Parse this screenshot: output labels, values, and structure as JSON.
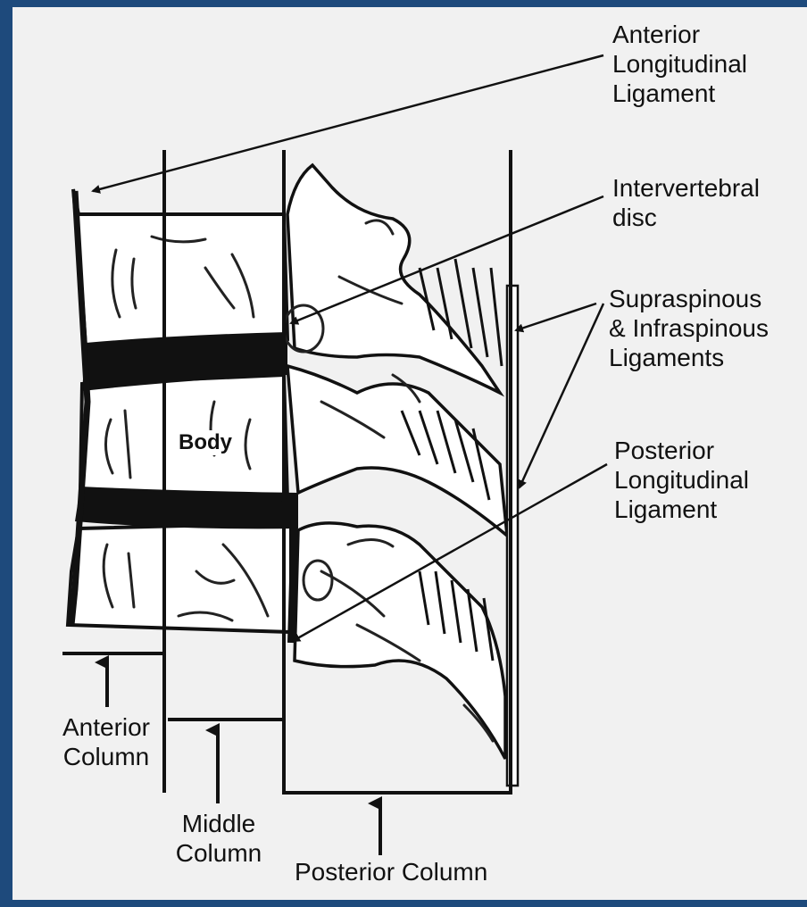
{
  "labels": {
    "anterior_longitudinal_ligament": "Anterior\nLongitudinal\nLigament",
    "intervertebral_disc": "Intervertebral\ndisc",
    "supraspinous_infraspinous_ligaments": "Supraspinous\n& Infraspinous\nLigaments",
    "posterior_longitudinal_ligament": "Posterior\nLongitudinal\nLigament",
    "body": "Body",
    "anterior_column": "Anterior\nColumn",
    "middle_column": "Middle\nColumn",
    "posterior_column": "Posterior Column"
  },
  "colors": {
    "frame": "#1e4a7c",
    "background": "#f1f1f1",
    "ink": "#111111"
  }
}
